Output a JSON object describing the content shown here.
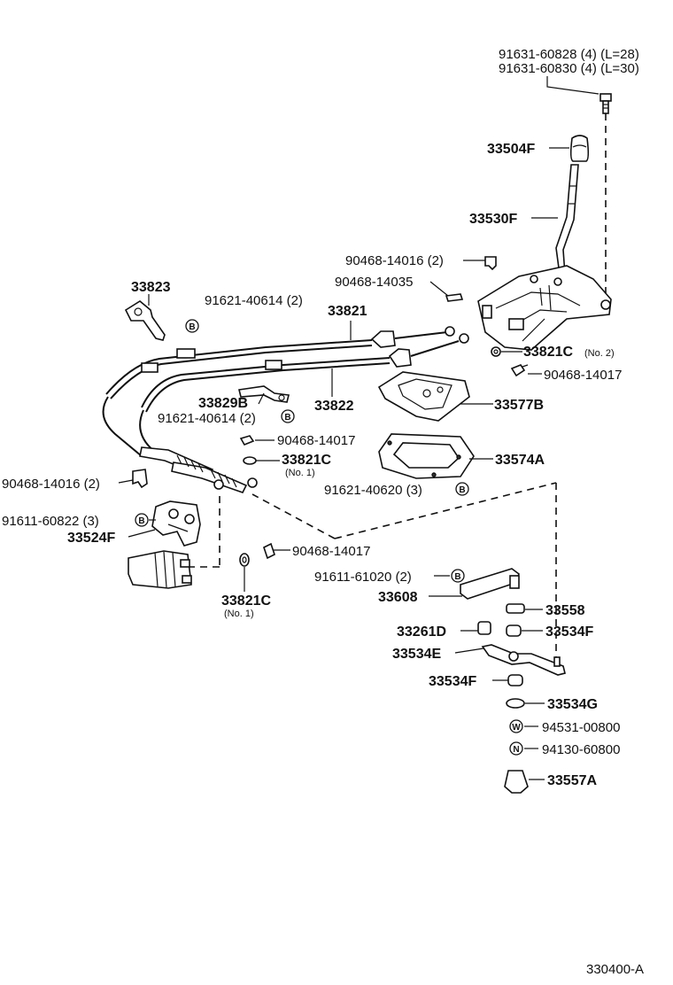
{
  "labels": {
    "bolt_l28": "91631-60828 (4) (L=28)",
    "bolt_l30": "91631-60830 (4) (L=30)",
    "knob": "33504F",
    "lever": "33530F",
    "clip_2": "90468-14016 (2)",
    "clip_14035": "90468-14035",
    "p33823": "33823",
    "bolt_40614_top": "91621-40614 (2)",
    "cable_33821": "33821",
    "bushing_no2": "33821C",
    "no2": "(No. 2)",
    "clip_14017_right": "90468-14017",
    "p33829b": "33829B",
    "bolt_40614_mid": "91621-40614 (2)",
    "cable_33822": "33822",
    "plate_33577b": "33577B",
    "clip_14017_mid": "90468-14017",
    "bushing_no1_mid": "33821C",
    "no1_mid": "(No. 1)",
    "plate_33574a": "33574A",
    "clip_14016_left": "90468-14016 (2)",
    "bolt_40620": "91621-40620 (3)",
    "bolt_60822": "91611-60822 (3)",
    "bracket_33524f": "33524F",
    "clip_14017_low": "90468-14017",
    "bolt_61020": "91611-61020 (2)",
    "p33608": "33608",
    "p33558": "33558",
    "bushing_no1_low": "33821C",
    "no1_low": "(No. 1)",
    "p33261d": "33261D",
    "p33534f_a": "33534F",
    "p33534e": "33534E",
    "p33534f_b": "33534F",
    "p33534g": "33534G",
    "washer": "94531-00800",
    "nut": "94130-60800",
    "p33557a": "33557A",
    "diagram_code": "330400-A"
  },
  "markers": {
    "b": "B",
    "w": "W",
    "n": "N"
  }
}
